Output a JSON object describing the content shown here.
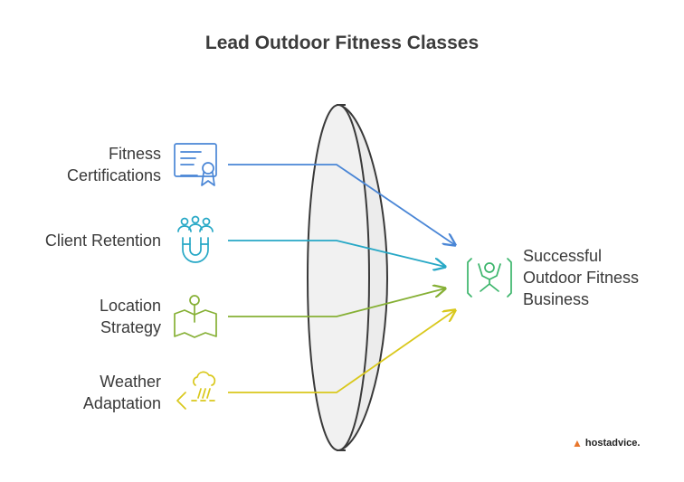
{
  "title": "Lead Outdoor Fitness Classes",
  "inputs": [
    {
      "label": "Fitness\nCertifications",
      "icon": "certificate-icon",
      "color": "#4a86d6"
    },
    {
      "label": "Client Retention",
      "icon": "magnet-people-icon",
      "color": "#27a8c6"
    },
    {
      "label": "Location\nStrategy",
      "icon": "map-pin-icon",
      "color": "#86b035"
    },
    {
      "label": "Weather\nAdaptation",
      "icon": "weather-cloud-icon",
      "color": "#d9c81c"
    }
  ],
  "result": {
    "label": "Successful\nOutdoor Fitness\nBusiness",
    "icon": "fitness-person-icon",
    "color": "#3bb56b"
  },
  "brand": {
    "text": "hostadvice.",
    "icon": "fox-logo-icon"
  }
}
